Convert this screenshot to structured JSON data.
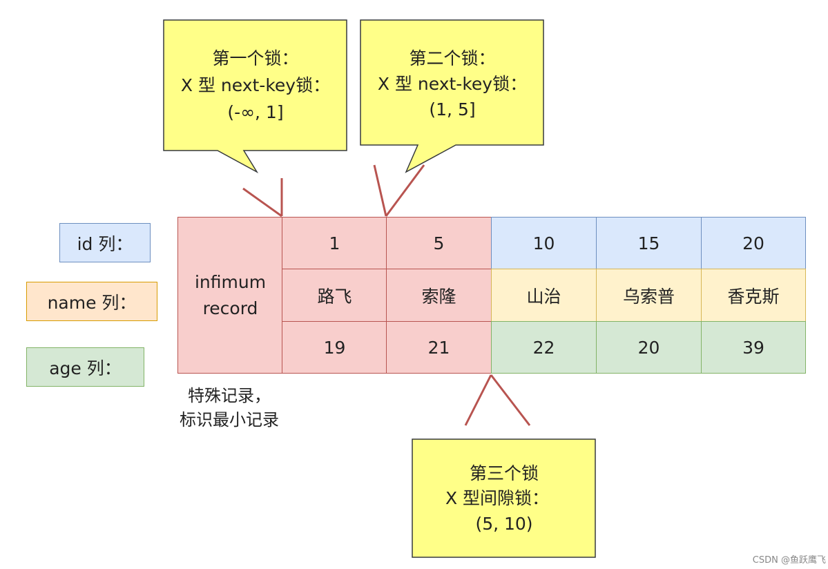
{
  "colors": {
    "red_fill": "#f8cecc",
    "red_stroke": "#b85450",
    "blue_fill": "#dae8fc",
    "blue_stroke": "#6c8ebf",
    "orange_fill": "#fff2cc",
    "orange_stroke": "#d6b656",
    "green_fill": "#d5e8d4",
    "green_stroke": "#82b366",
    "callout_fill": "#ffff88",
    "callout_stroke": "#36393d"
  },
  "row_labels": {
    "id": "id 列：",
    "name": "name 列：",
    "age": "age 列："
  },
  "infimum": {
    "line1": "infimum",
    "line2": "record",
    "note_line1": "特殊记录，",
    "note_line2": "标识最小记录"
  },
  "records": [
    {
      "id": "1",
      "name": "路飞",
      "age": "19",
      "locked": true
    },
    {
      "id": "5",
      "name": "索隆",
      "age": "21",
      "locked": true
    },
    {
      "id": "10",
      "name": "山治",
      "age": "22",
      "locked": false
    },
    {
      "id": "15",
      "name": "乌索普",
      "age": "20",
      "locked": false
    },
    {
      "id": "20",
      "name": "香克斯",
      "age": "39",
      "locked": false
    }
  ],
  "callouts": {
    "lock1": {
      "line1": "第一个锁：",
      "line2": "X 型 next-key锁：",
      "line3": "(-∞, 1]"
    },
    "lock2": {
      "line1": "第二个锁：",
      "line2": "X 型 next-key锁：",
      "line3": "(1, 5]"
    },
    "lock3": {
      "line1": "第三个锁",
      "line2": "X 型间隙锁：",
      "line3": "(5, 10)"
    }
  },
  "watermark": "CSDN @鱼跃鹰飞"
}
